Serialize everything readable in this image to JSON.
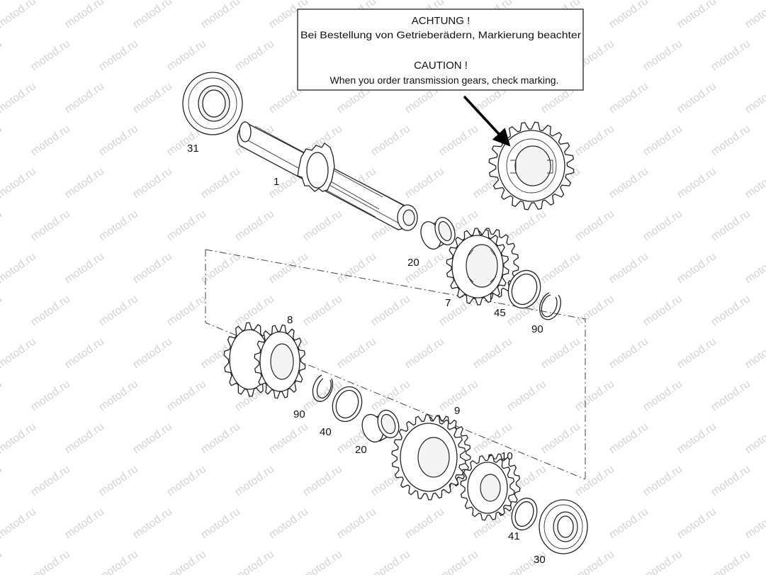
{
  "watermark": "motod.ru",
  "note": {
    "line1": "ACHTUNG !",
    "line2": "Bei Bestellung von Getrieberädern, Markierung beachter",
    "line3": "CAUTION !",
    "line4": "When you order transmission gears, check marking."
  },
  "part_numbers": {
    "p31": "31",
    "p1": "1",
    "p20a": "20",
    "p7": "7",
    "p45": "45",
    "p90a": "90",
    "p8": "8",
    "p90b": "90",
    "p40": "40",
    "p20b": "20",
    "p9": "9",
    "p10": "10",
    "p41": "41",
    "p30": "30"
  }
}
